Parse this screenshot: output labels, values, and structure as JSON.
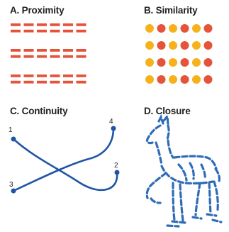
{
  "panels": {
    "a": {
      "title": "A. Proximity",
      "dash_color": "#e5533b",
      "rows": 3,
      "groups_per_row": 6,
      "bars_per_group": 2
    },
    "b": {
      "title": "B. Similarity",
      "row_colors": [
        [
          "#f5b21a",
          "#e5533b",
          "#f5b21a",
          "#e5533b",
          "#f5b21a",
          "#e5533b"
        ],
        [
          "#f5b21a",
          "#e5533b",
          "#f5b21a",
          "#e5533b",
          "#f5b21a",
          "#e5533b"
        ],
        [
          "#f5b21a",
          "#e5533b",
          "#f5b21a",
          "#e5533b",
          "#f5b21a",
          "#e5533b"
        ],
        [
          "#f5b21a",
          "#e5533b",
          "#f5b21a",
          "#e5533b",
          "#f5b21a",
          "#e5533b"
        ]
      ]
    },
    "c": {
      "title": "C. Continuity",
      "line_color": "#1f55a4",
      "point_labels": [
        "1",
        "2",
        "3",
        "4"
      ]
    },
    "d": {
      "title": "D. Closure",
      "stroke_color": "#2f6cb7"
    }
  }
}
